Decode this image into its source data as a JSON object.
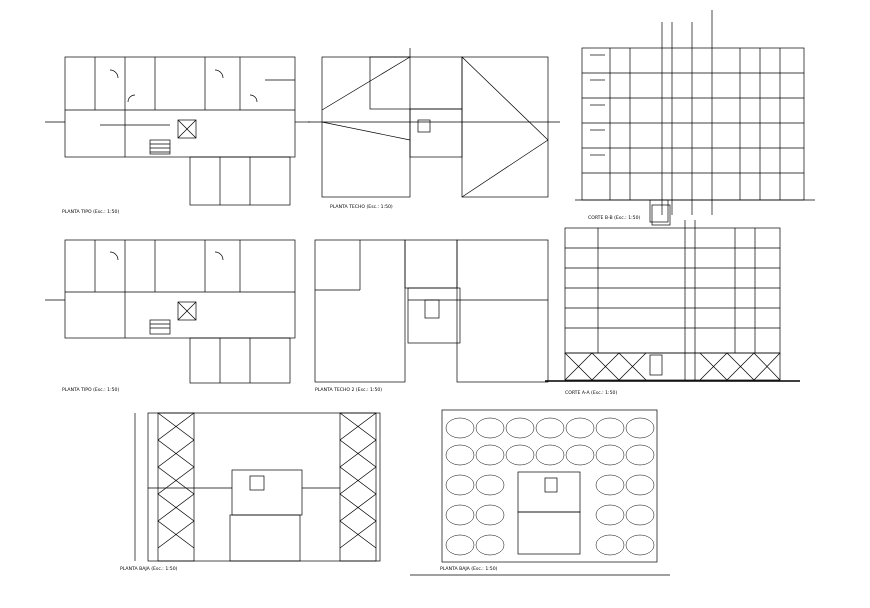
{
  "labels": {
    "planta_tipo_1": "PLANTA TIPO (Esc.: 1:50)",
    "planta_techo_1": "PLANTA TECHO (Esc.: 1:50)",
    "corte_b": "CORTE B-B (Esc.: 1:50)",
    "planta_tipo_2": "PLANTA TIPO (Esc.: 1:50)",
    "planta_techo_2": "PLANTA TECHO 2 (Esc.: 1:50)",
    "corte_a": "CORTE A-A (Esc.: 1:50)",
    "planta_baja_1": "PLANTA BAJA (Esc.: 1:50)",
    "planta_baja_2": "PLANTA BAJA (Esc.: 1:50)"
  },
  "colors": {
    "line": "#000000",
    "background": "#ffffff"
  }
}
